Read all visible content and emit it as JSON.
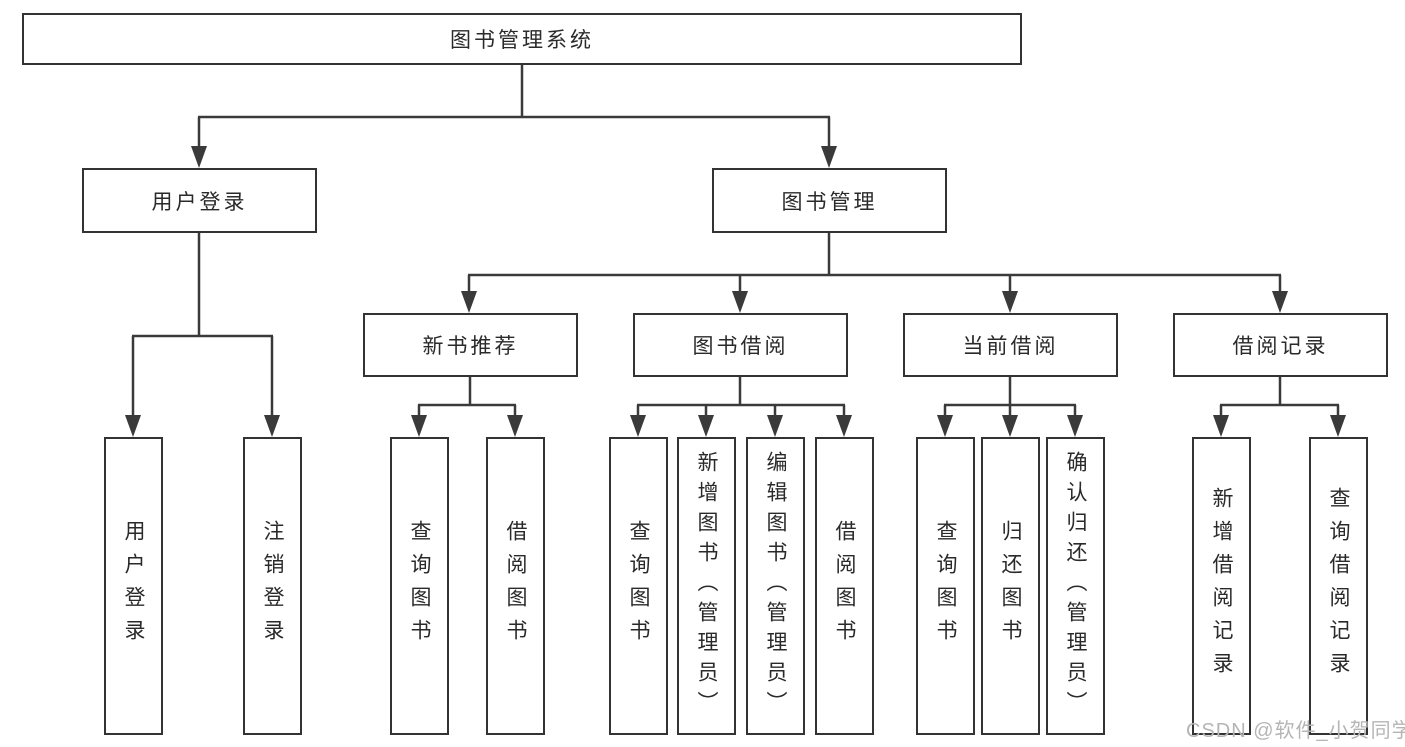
{
  "diagram": {
    "background_color": "#ffffff",
    "line_color": "#3a3a3a",
    "box_border_color": "#333333",
    "text_color": "#2a2a2a",
    "watermark": {
      "text": "CSDN @软件_小贺同学",
      "color": "#b5b5b5"
    },
    "tree": {
      "root": {
        "label": "图书管理系统"
      },
      "branches": [
        {
          "label": "用户登录",
          "children": [
            {
              "label": "用户登录"
            },
            {
              "label": "注销登录"
            }
          ]
        },
        {
          "label": "图书管理",
          "children": [
            {
              "label": "新书推荐",
              "children": [
                {
                  "label": "查询图书"
                },
                {
                  "label": "借阅图书"
                }
              ]
            },
            {
              "label": "图书借阅",
              "children": [
                {
                  "label": "查询图书"
                },
                {
                  "label": "新增图书（管理员）"
                },
                {
                  "label": "编辑图书（管理员）"
                },
                {
                  "label": "借阅图书"
                }
              ]
            },
            {
              "label": "当前借阅",
              "children": [
                {
                  "label": "查询图书"
                },
                {
                  "label": "归还图书"
                },
                {
                  "label": "确认归还（管理员）"
                }
              ]
            },
            {
              "label": "借阅记录",
              "children": [
                {
                  "label": "新增借阅记录"
                },
                {
                  "label": "查询借阅记录"
                }
              ]
            }
          ]
        }
      ]
    }
  }
}
